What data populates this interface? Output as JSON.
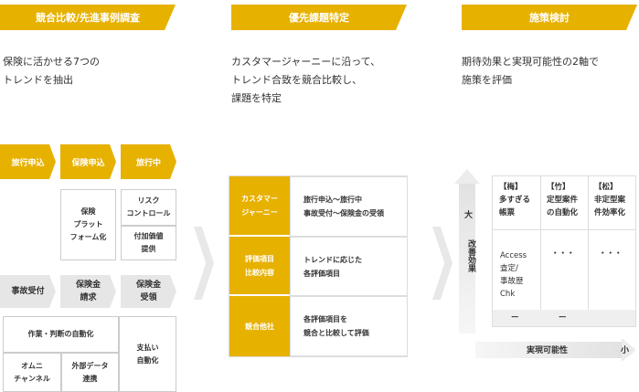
{
  "headers": [
    {
      "label": "競合比較/先進事例調査"
    },
    {
      "label": "優先課題特定"
    },
    {
      "label": "施策検討"
    }
  ],
  "descriptions": [
    {
      "text": "保険に活かせる7つの\nトレンドを抽出"
    },
    {
      "text": "カスタマージャーニーに沿って、\nトレンド合致を競合比較し、\n課題を特定"
    },
    {
      "text": "期待効果と実現可能性の2軸で\n施策を評価"
    }
  ],
  "journey": {
    "stages": [
      "旅行申込",
      "保険申込",
      "旅行中"
    ],
    "boxes": {
      "hoken_platform": "保険\nプラット\nフォーム化",
      "risk_control": "リスク\nコントロール",
      "fuka_kachi": "付加価値\n提供",
      "jiko_uketsuke": "事故受付",
      "hokenkin_seikyu": "保険金\n請求",
      "hokenkin_juryo": "保険金\n受領",
      "sagyo_handan": "作業・判断の自動化",
      "omni": "オムニ\nチャンネル",
      "gaibu_data": "外部データ\n連携",
      "shiharai": "支払い\n自動化"
    }
  },
  "table": {
    "rows": [
      {
        "label": "カスタマー\nジャーニー",
        "value": "旅行申込〜旅行中\n事故受付〜保険金の受領"
      },
      {
        "label": "評価項目\n比較内容",
        "value": "トレンドに応じた\n各評価項目"
      },
      {
        "label": "競合他社",
        "value": "各評価項目を\n競合と比較して評価"
      }
    ]
  },
  "matrix": {
    "y_top_label": "大",
    "y_axis_label": "改善効果",
    "x_axis_label": "実現可能性",
    "x_end_label": "小",
    "columns": [
      {
        "tag": "【梅】",
        "title": "多すぎる\n帳票"
      },
      {
        "tag": "【竹】",
        "title": "定型案件\nの自動化"
      },
      {
        "tag": "【松】",
        "title": "非定型案\n件効率化"
      }
    ],
    "cells": [
      "Access\n査定/\n事故歴\nChk",
      "・・・",
      "・・・"
    ],
    "footer": [
      "ー",
      "ー",
      ""
    ]
  }
}
